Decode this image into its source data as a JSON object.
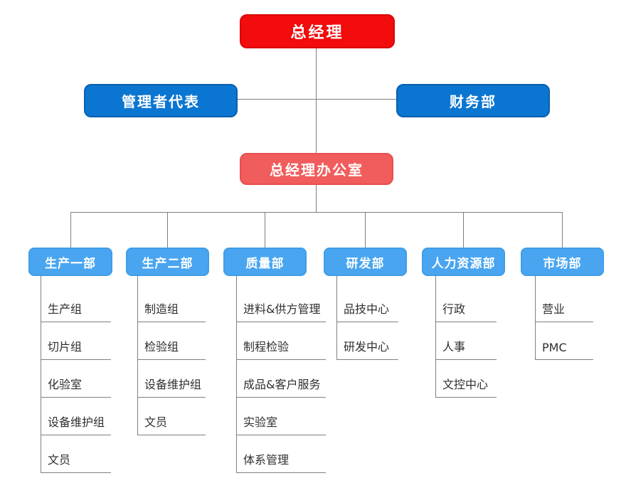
{
  "org": {
    "root": {
      "label": "总经理"
    },
    "level2": [
      {
        "label": "管理者代表"
      },
      {
        "label": "财务部"
      }
    ],
    "office": {
      "label": "总经理办公室"
    },
    "departments": [
      {
        "label": "生产一部",
        "children": [
          "生产组",
          "切片组",
          "化验室",
          "设备维护组",
          "文员"
        ]
      },
      {
        "label": "生产二部",
        "children": [
          "制造组",
          "检验组",
          "设备维护组",
          "文员"
        ]
      },
      {
        "label": "质量部",
        "children": [
          "进料&供方管理",
          "制程检验",
          "成品&客户服务",
          "实验室",
          "体系管理"
        ]
      },
      {
        "label": "研发部",
        "children": [
          "品技中心",
          "研发中心"
        ]
      },
      {
        "label": "人力资源部",
        "children": [
          "行政",
          "人事",
          "文控中心"
        ]
      },
      {
        "label": "市场部",
        "children": [
          "营业",
          "PMC"
        ]
      }
    ],
    "colors": {
      "root_bg": "#f20c0c",
      "level2_bg": "#0b76d1",
      "office_bg": "#f15c5c",
      "dept_bg": "#49a5f0",
      "connector_line": "#7f7f7f",
      "item_text": "#2f2f2f",
      "box_text": "#ffffff"
    }
  }
}
